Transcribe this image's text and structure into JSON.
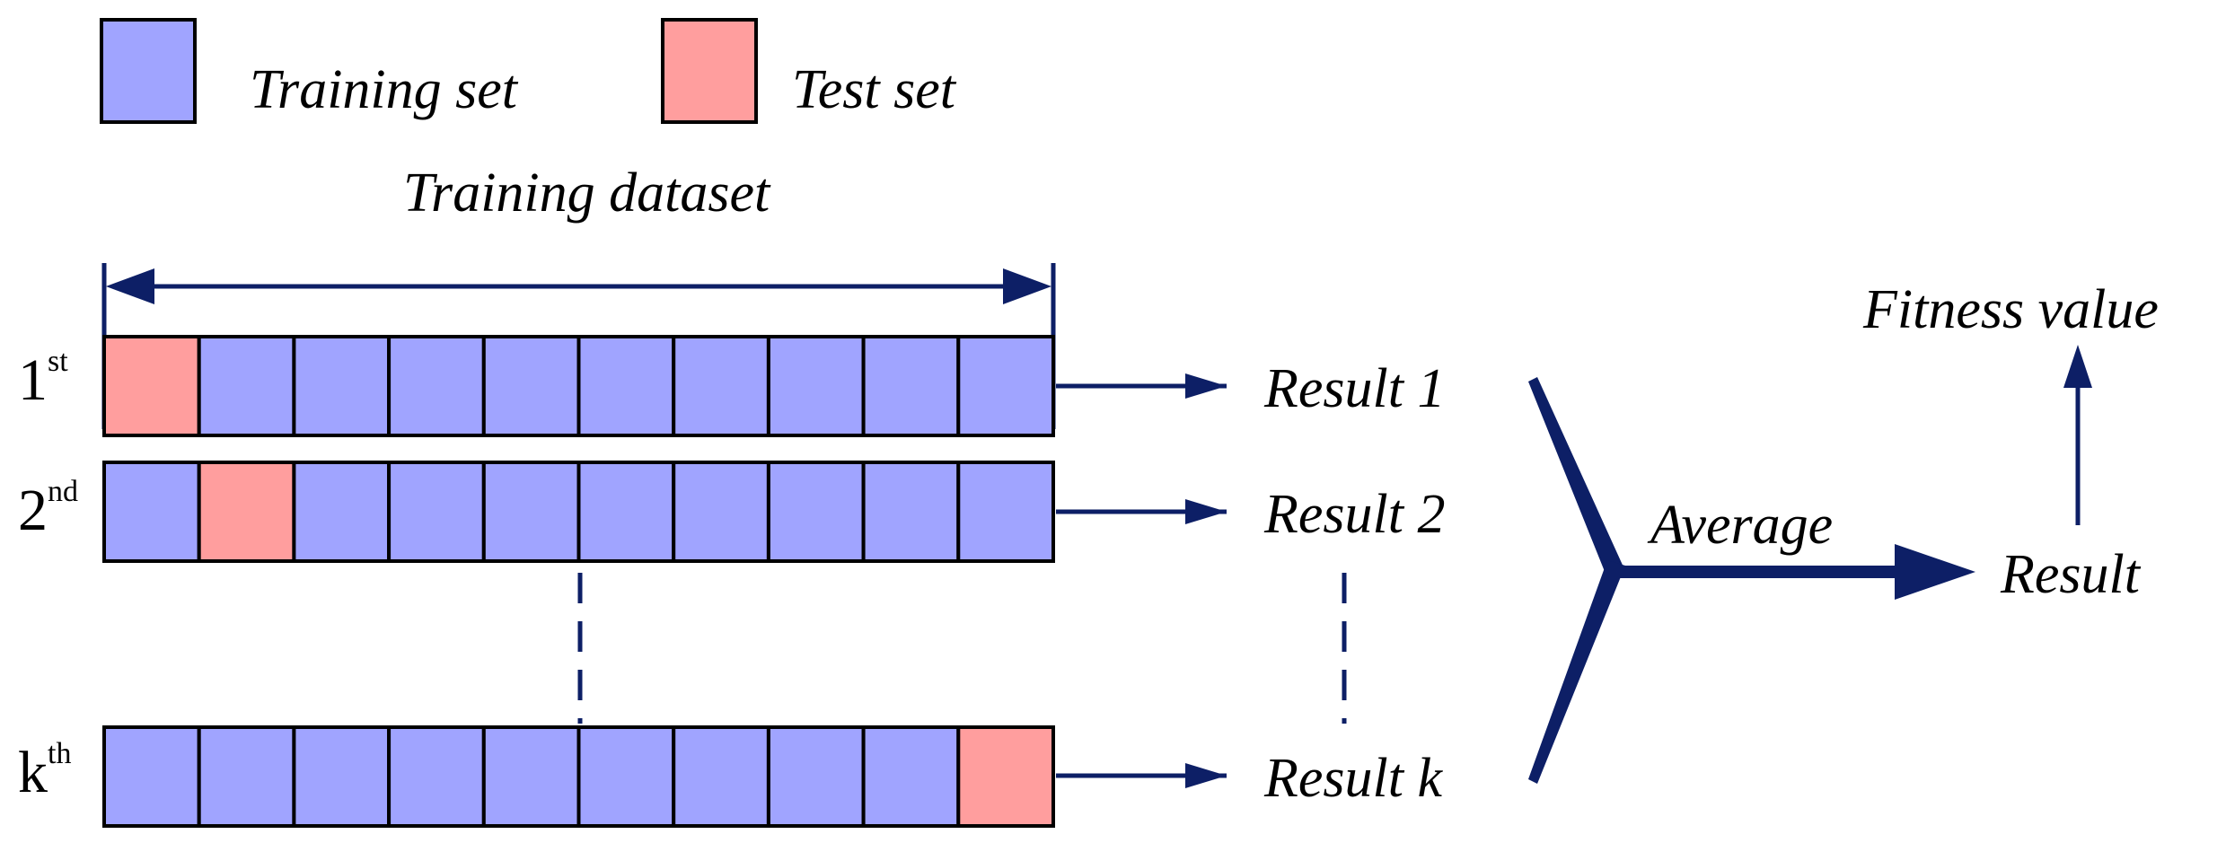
{
  "legend": {
    "training_label": "Training set",
    "test_label": "Test set"
  },
  "dataset_label": "Training dataset",
  "folds": [
    {
      "base": "1",
      "sup": "st",
      "result": "Result 1",
      "test_index": 0
    },
    {
      "base": "2",
      "sup": "nd",
      "result": "Result 2",
      "test_index": 1
    },
    {
      "base": "k",
      "sup": "th",
      "result": "Result k",
      "test_index": 9
    }
  ],
  "cells_per_row": 10,
  "average_label": "Average",
  "result_label": "Result",
  "fitness_label": "Fitness value",
  "colors": {
    "training": "#a0a4ff",
    "test": "#ff9e9e",
    "arrow": "#0d1f66",
    "border": "#000000"
  }
}
